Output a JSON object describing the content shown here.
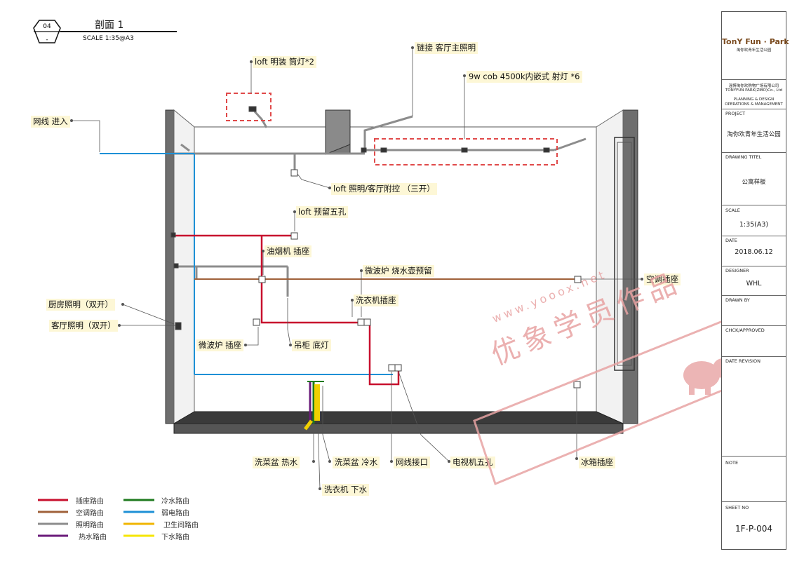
{
  "header": {
    "section_number": "04",
    "section_sub": "-",
    "title": "剖面 1",
    "scale": "SCALE 1:35@A3"
  },
  "labels": {
    "loft_light": "loft 明装 筒灯*2",
    "living_main_link": "链接 客厅主照明",
    "downlight": "9w cob 4500k内嵌式 射灯 *6",
    "network_in": "网线 进入",
    "loft_switch": "loft 照明/客厅附控 （三开）",
    "loft_socket": "loft 预留五孔",
    "hood_socket": "油烟机 插座",
    "microwave_reserve": "微波炉 烧水壶预留",
    "ac_socket": "空调插座",
    "kitchen_light": "厨房照明（双开）",
    "washer_socket": "洗衣机插座",
    "living_light": "客厅照明（双开）",
    "microwave_socket": "微波炉 插座",
    "cabinet_light": "吊柜 底灯",
    "sink_hot": "洗菜盆 热水",
    "sink_cold": "洗菜盆 冷水",
    "network_port": "网线接口",
    "tv_socket": "电视机五孔",
    "fridge_socket": "冰箱插座",
    "washer_drain": "洗衣机 下水"
  },
  "legend": [
    {
      "label": "插座路由",
      "color": "#c8102e"
    },
    {
      "label": "空调路由",
      "color": "#a0613a"
    },
    {
      "label": "照明路由",
      "color": "#8c8c8c"
    },
    {
      "label": "热水路由",
      "color": "#6a1b7a"
    },
    {
      "label": "冷水路由",
      "color": "#1e7a1e"
    },
    {
      "label": "弱电路由",
      "color": "#1e90d6"
    },
    {
      "label": "卫生间路由",
      "color": "#f0b400"
    },
    {
      "label": "下水路由",
      "color": "#f5e600"
    }
  ],
  "titleblock": {
    "logo": "TonY Fun · Park",
    "logo_sub": "淘你欢青年生活公园",
    "company_cn": "淄博淘你欢购物广场有限公司",
    "company_en": "TONYFUN PARK(ZIBO)Co., Ltd",
    "dept1": "PLANNING & DESIGN",
    "dept2": "OPERATIONS & MANAGEMENT",
    "project_cap": "PROJECT",
    "project": "淘你欢青年生活公园",
    "drawing_cap": "DRAWING  TITEL",
    "drawing": "公寓样板",
    "scale_cap": "SCALE",
    "scale": "1:35(A3)",
    "date_cap": "DATE",
    "date": "2018.06.12",
    "designer_cap": "DESIGNER",
    "designer": "WHL",
    "drawn_cap": "DRAWN  BY",
    "check_cap": "CHCK/APPROVED",
    "revision_cap": "DATE REVISION",
    "note_cap": "NOTE",
    "sheet_cap": "SHEET NO",
    "sheet": "1F-P-004"
  },
  "watermark": {
    "text": "优象学员作品",
    "url": "www.yooox.net"
  }
}
